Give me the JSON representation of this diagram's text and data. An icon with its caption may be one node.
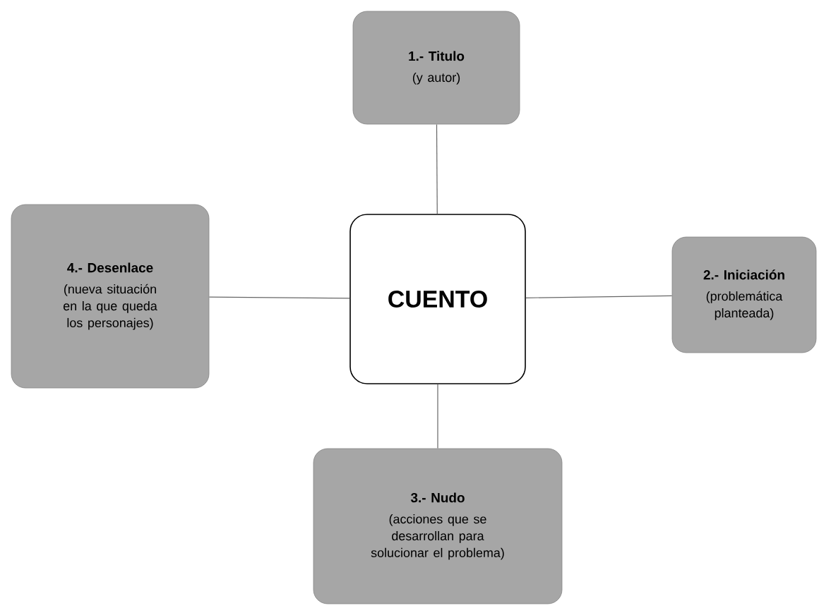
{
  "diagram": {
    "nodes": [
      {
        "text": [
          "CUENTO"
        ]
      },
      {
        "text": [
          "1.- Titulo",
          "(y autor)"
        ]
      },
      {
        "text": [
          "2.- Iniciación",
          "(problemática planteada)"
        ]
      },
      {
        "text": [
          "3.- Nudo",
          "(acciones que se desarrollan para solucionar el problema)"
        ]
      },
      {
        "text": [
          "4.- Desenlace",
          "(nueva situación en la que queda los personajes)"
        ]
      }
    ],
    "edges": [
      {
        "from": 0,
        "to": 1,
        "arrow": "none"
      },
      {
        "from": 0,
        "to": 2,
        "arrow": "none"
      },
      {
        "from": 0,
        "to": 3,
        "arrow": "none"
      },
      {
        "from": 0,
        "to": 4,
        "arrow": "none"
      }
    ]
  }
}
